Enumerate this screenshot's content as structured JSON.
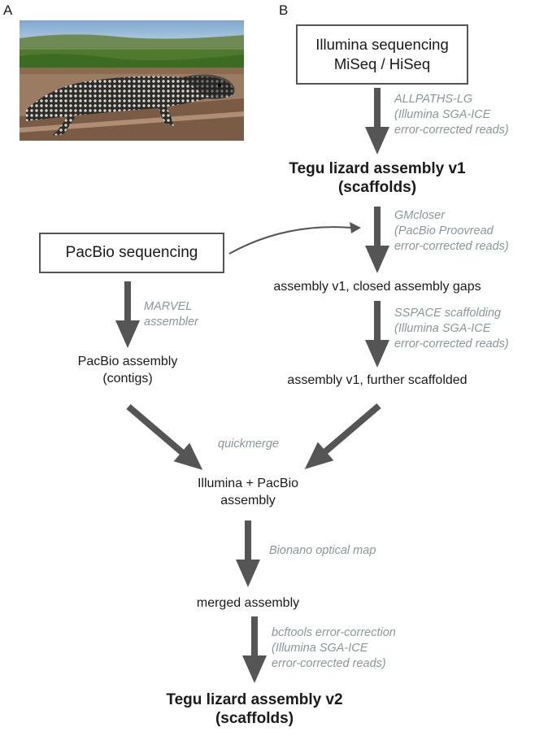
{
  "panels": {
    "a": "A",
    "b": "B"
  },
  "nodes": {
    "illumina_seq": [
      "Illumina sequencing",
      "MiSeq / HiSeq"
    ],
    "tegu_v1": [
      "Tegu lizard assembly v1",
      "(scaffolds)"
    ],
    "pacbio_seq": "PacBio sequencing",
    "closed_gaps": "assembly v1, closed assembly gaps",
    "pacbio_assembly": [
      "PacBio assembly",
      "(contigs)"
    ],
    "further_scaffolded": "assembly v1, further scaffolded",
    "illumina_pacbio": [
      "Illumina + PacBio",
      "assembly"
    ],
    "merged": "merged assembly",
    "tegu_v2": [
      "Tegu lizard assembly v2",
      "(scaffolds)"
    ]
  },
  "tools": {
    "allpaths": [
      "ALLPATHS-LG",
      "(Illumina SGA-ICE",
      "error-corrected reads)"
    ],
    "gmcloser": [
      "GMcloser",
      "(PacBio Proovread",
      "error-corrected reads)"
    ],
    "marvel": [
      "MARVEL",
      "assembler"
    ],
    "sspace": [
      "SSPACE scaffolding",
      "(Illumina SGA-ICE",
      "error-corrected reads)"
    ],
    "quickmerge": "quickmerge",
    "bionano": "Bionano optical map",
    "bcftools": [
      "bcftools error-correction",
      "(Illumina SGA-ICE",
      "error-corrected reads)"
    ]
  },
  "colors": {
    "arrow": "#555555",
    "tool_text": "#8a9699",
    "box_border": "#555555"
  },
  "photo": {
    "subject": "tegu lizard on a ledge",
    "icon": "lizard-photo"
  }
}
